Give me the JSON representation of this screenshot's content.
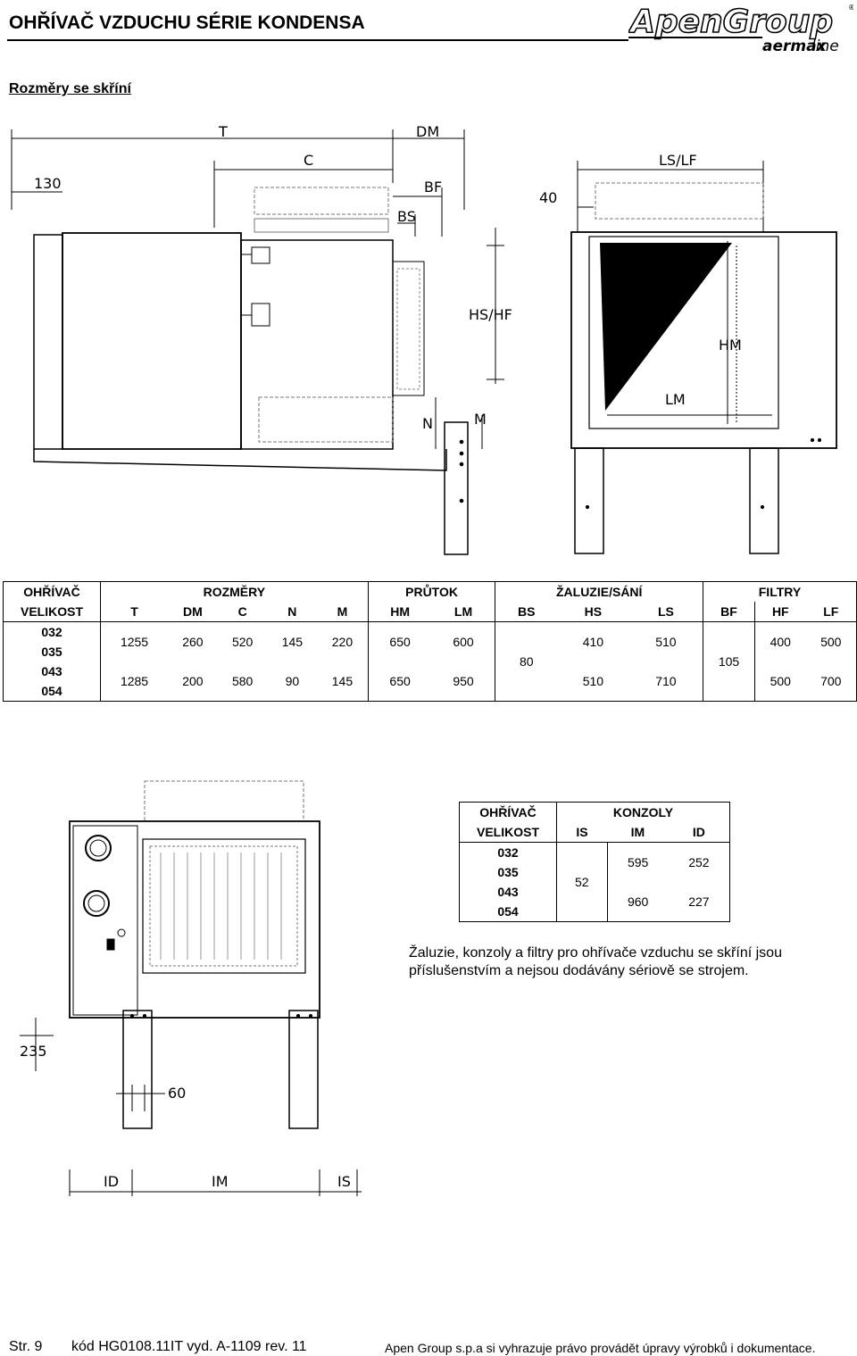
{
  "header": {
    "title": "OHŘÍVAČ VZDUCHU SÉRIE KONDENSA",
    "logo_main": "ApenGroup",
    "logo_sub_bold": "aermax",
    "logo_sub_light": "line",
    "logo_reg": "®"
  },
  "section_title": "Rozměry se skříní",
  "drawing_side_labels": {
    "T": "T",
    "DM": "DM",
    "C": "C",
    "BF": "BF",
    "BS": "BS",
    "d130": "130",
    "HSHF": "HS/HF",
    "N": "N",
    "M": "M"
  },
  "drawing_front_labels": {
    "LSLF": "LS/LF",
    "d40": "40",
    "HM": "HM",
    "LM": "LM"
  },
  "drawing_bottom_labels": {
    "d235": "235",
    "d60": "60",
    "ID": "ID",
    "IM": "IM",
    "IS": "IS"
  },
  "table_main": {
    "h_heater": "OHŘÍVAČ",
    "h_size": "VELIKOST",
    "h_dims": "ROZMĚRY",
    "h_flow": "PRŮTOK",
    "h_louvre": "ŽALUZIE/SÁNÍ",
    "h_filters": "FILTRY",
    "cols": [
      "T",
      "DM",
      "C",
      "N",
      "M",
      "HM",
      "LM",
      "BS",
      "HS",
      "LS",
      "BF",
      "HF",
      "LF"
    ],
    "sizes": [
      "032",
      "035",
      "043",
      "054"
    ],
    "row1": [
      "1255",
      "260",
      "520",
      "145",
      "220",
      "650",
      "600"
    ],
    "row2": [
      "1285",
      "200",
      "580",
      "90",
      "145",
      "650",
      "950"
    ],
    "bs": "80",
    "hs_ls_1": [
      "410",
      "510"
    ],
    "hs_ls_2": [
      "510",
      "710"
    ],
    "bf": "105",
    "hf_lf_1": [
      "400",
      "500"
    ],
    "hf_lf_2": [
      "500",
      "700"
    ]
  },
  "table_brackets": {
    "h_heater": "OHŘÍVAČ",
    "h_size": "VELIKOST",
    "h_brackets": "KONZOLY",
    "cols": [
      "IS",
      "IM",
      "ID"
    ],
    "sizes": [
      "032",
      "035",
      "043",
      "054"
    ],
    "is": "52",
    "row1": [
      "595",
      "252"
    ],
    "row2": [
      "960",
      "227"
    ]
  },
  "note": "Žaluzie, konzoly a filtry pro ohřívače vzduchu se skříní jsou příslušenstvím a nejsou dodávány sériově se strojem.",
  "footer": {
    "page": "Str. 9",
    "code": "kód HG0108.11IT vyd. A-1109 rev. 11",
    "rights": "Apen Group s.p.a si vyhrazuje právo provádět úpravy výrobků i dokumentace."
  }
}
